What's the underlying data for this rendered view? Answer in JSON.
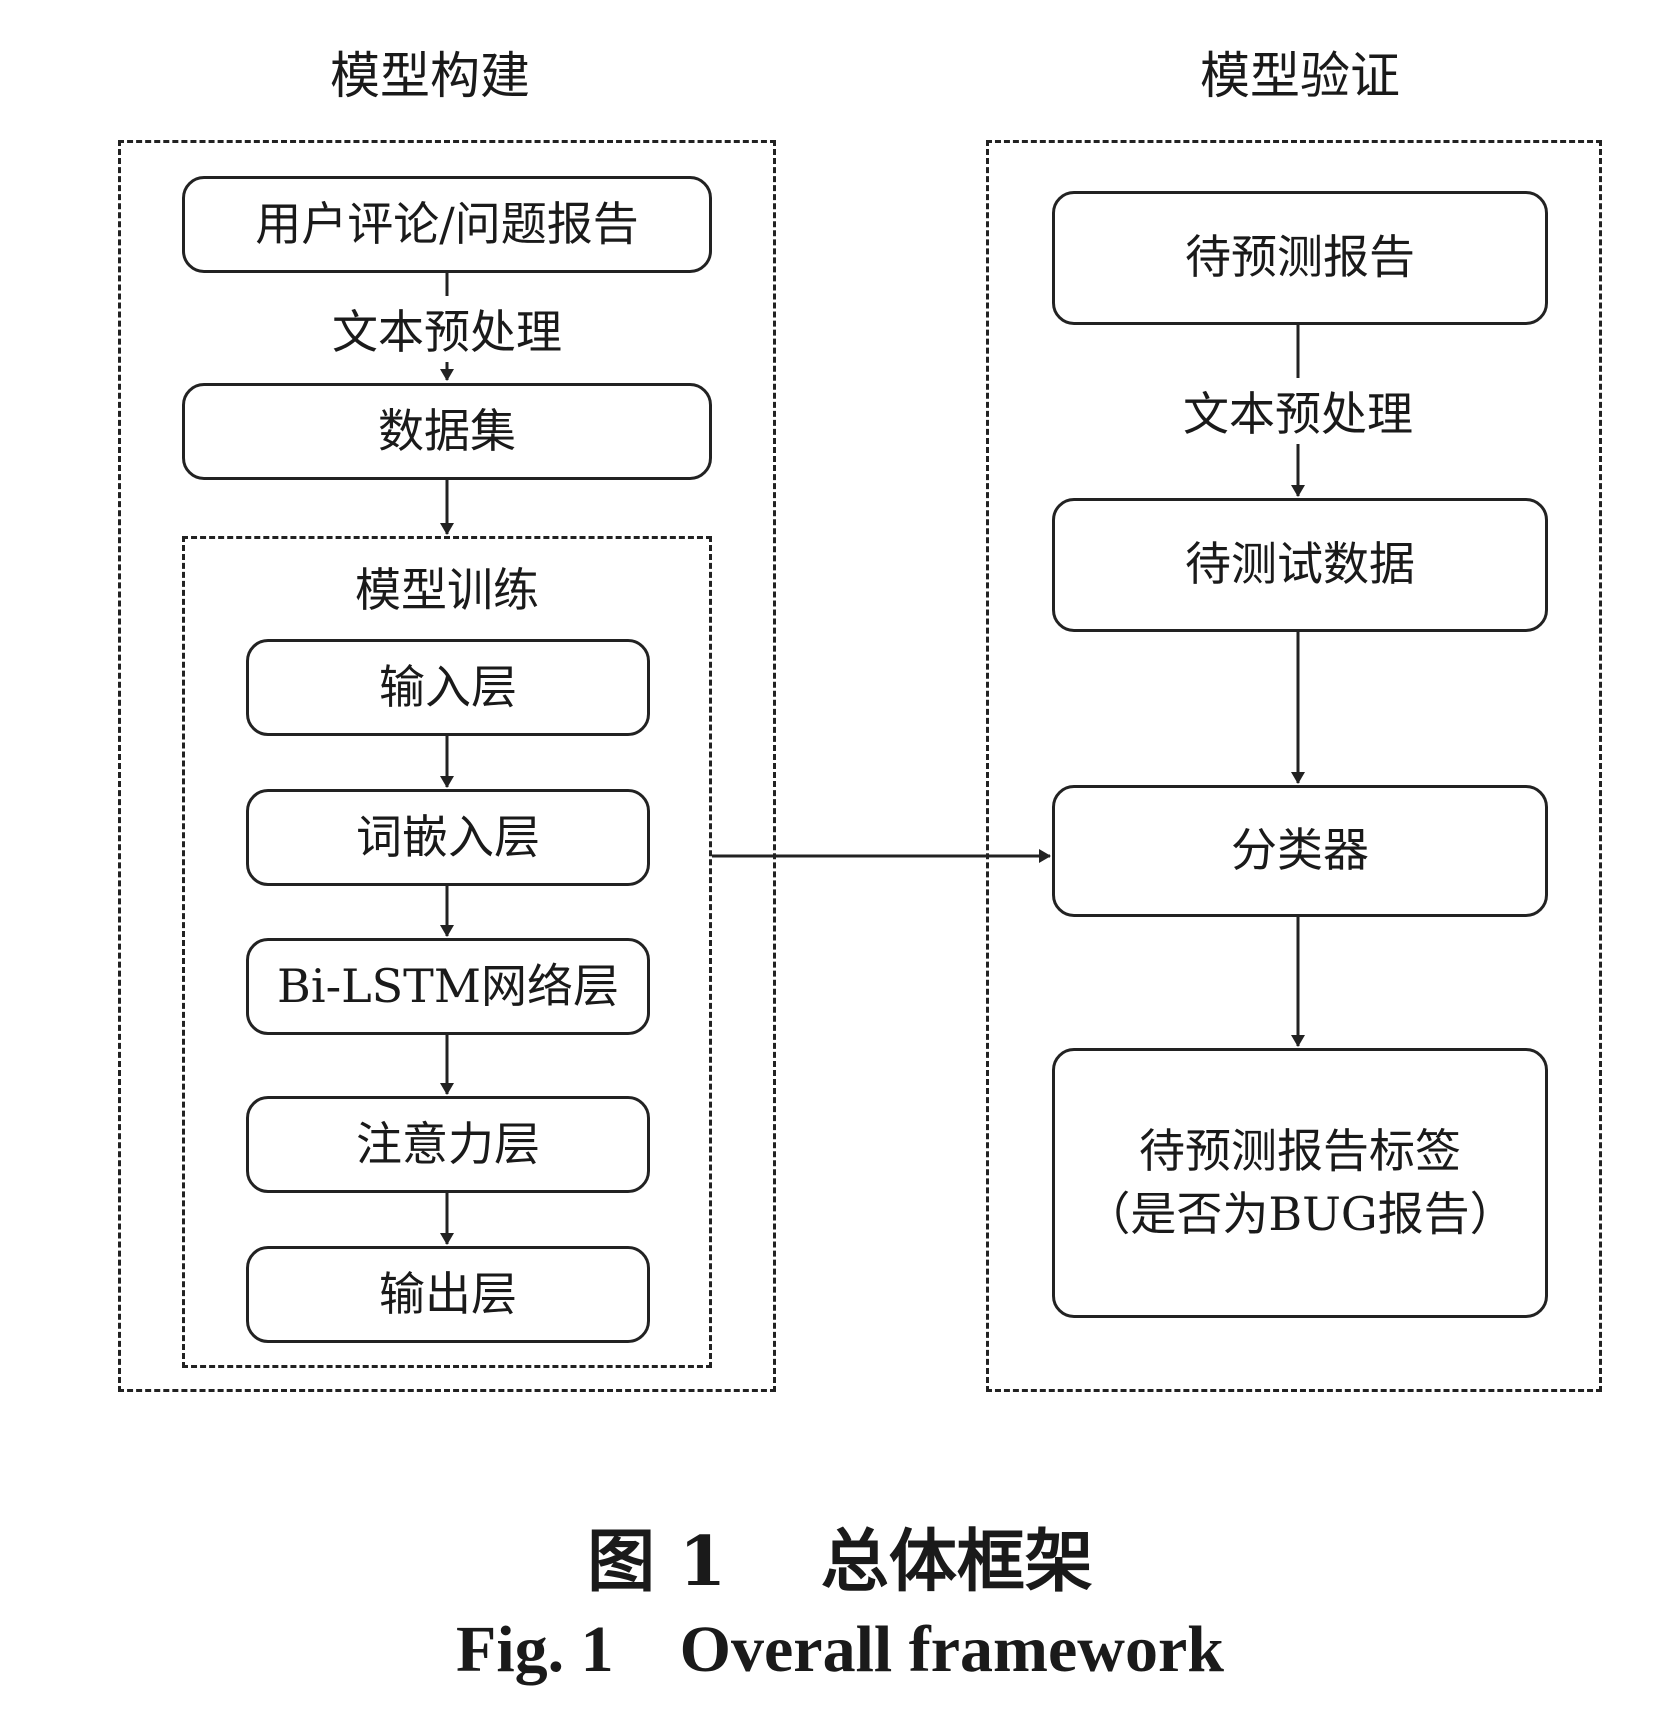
{
  "build": {
    "title": "模型构建",
    "source": "用户评论/问题报告",
    "preprocess": "文本预处理",
    "dataset": "数据集",
    "training": {
      "title": "模型训练",
      "layers": [
        "输入层",
        "词嵌入层",
        "Bi-LSTM网络层",
        "注意力层",
        "输出层"
      ]
    }
  },
  "verify": {
    "title": "模型验证",
    "source": "待预测报告",
    "preprocess": "文本预处理",
    "test_data": "待测试数据",
    "classifier": "分类器",
    "result_line1": "待预测报告标签",
    "result_line2": "（是否为BUG报告）"
  },
  "caption": {
    "cn": "图 1    总体框架",
    "en": "Fig. 1    Overall framework"
  }
}
